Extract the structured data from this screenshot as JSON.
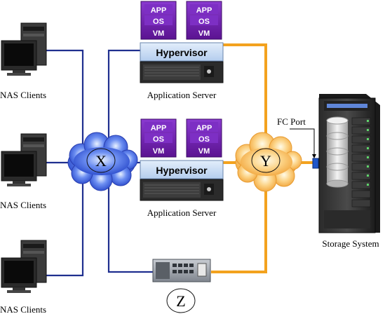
{
  "clients": {
    "label": "NAS Clients"
  },
  "servers": {
    "label": "Application Server",
    "hypervisor": "Hypervisor",
    "app": "APP",
    "os": "OS",
    "vm": "VM"
  },
  "network": {
    "x_label": "X",
    "y_label": "Y",
    "z_label": "Z",
    "fc_port": "FC Port"
  },
  "storage": {
    "label": "Storage System"
  },
  "colors": {
    "blue_link": "#1f2f8f",
    "orange_link": "#f3a21e",
    "vm_purple": "#6a1fa6",
    "hypervisor_blue": "#c6dcf4"
  }
}
